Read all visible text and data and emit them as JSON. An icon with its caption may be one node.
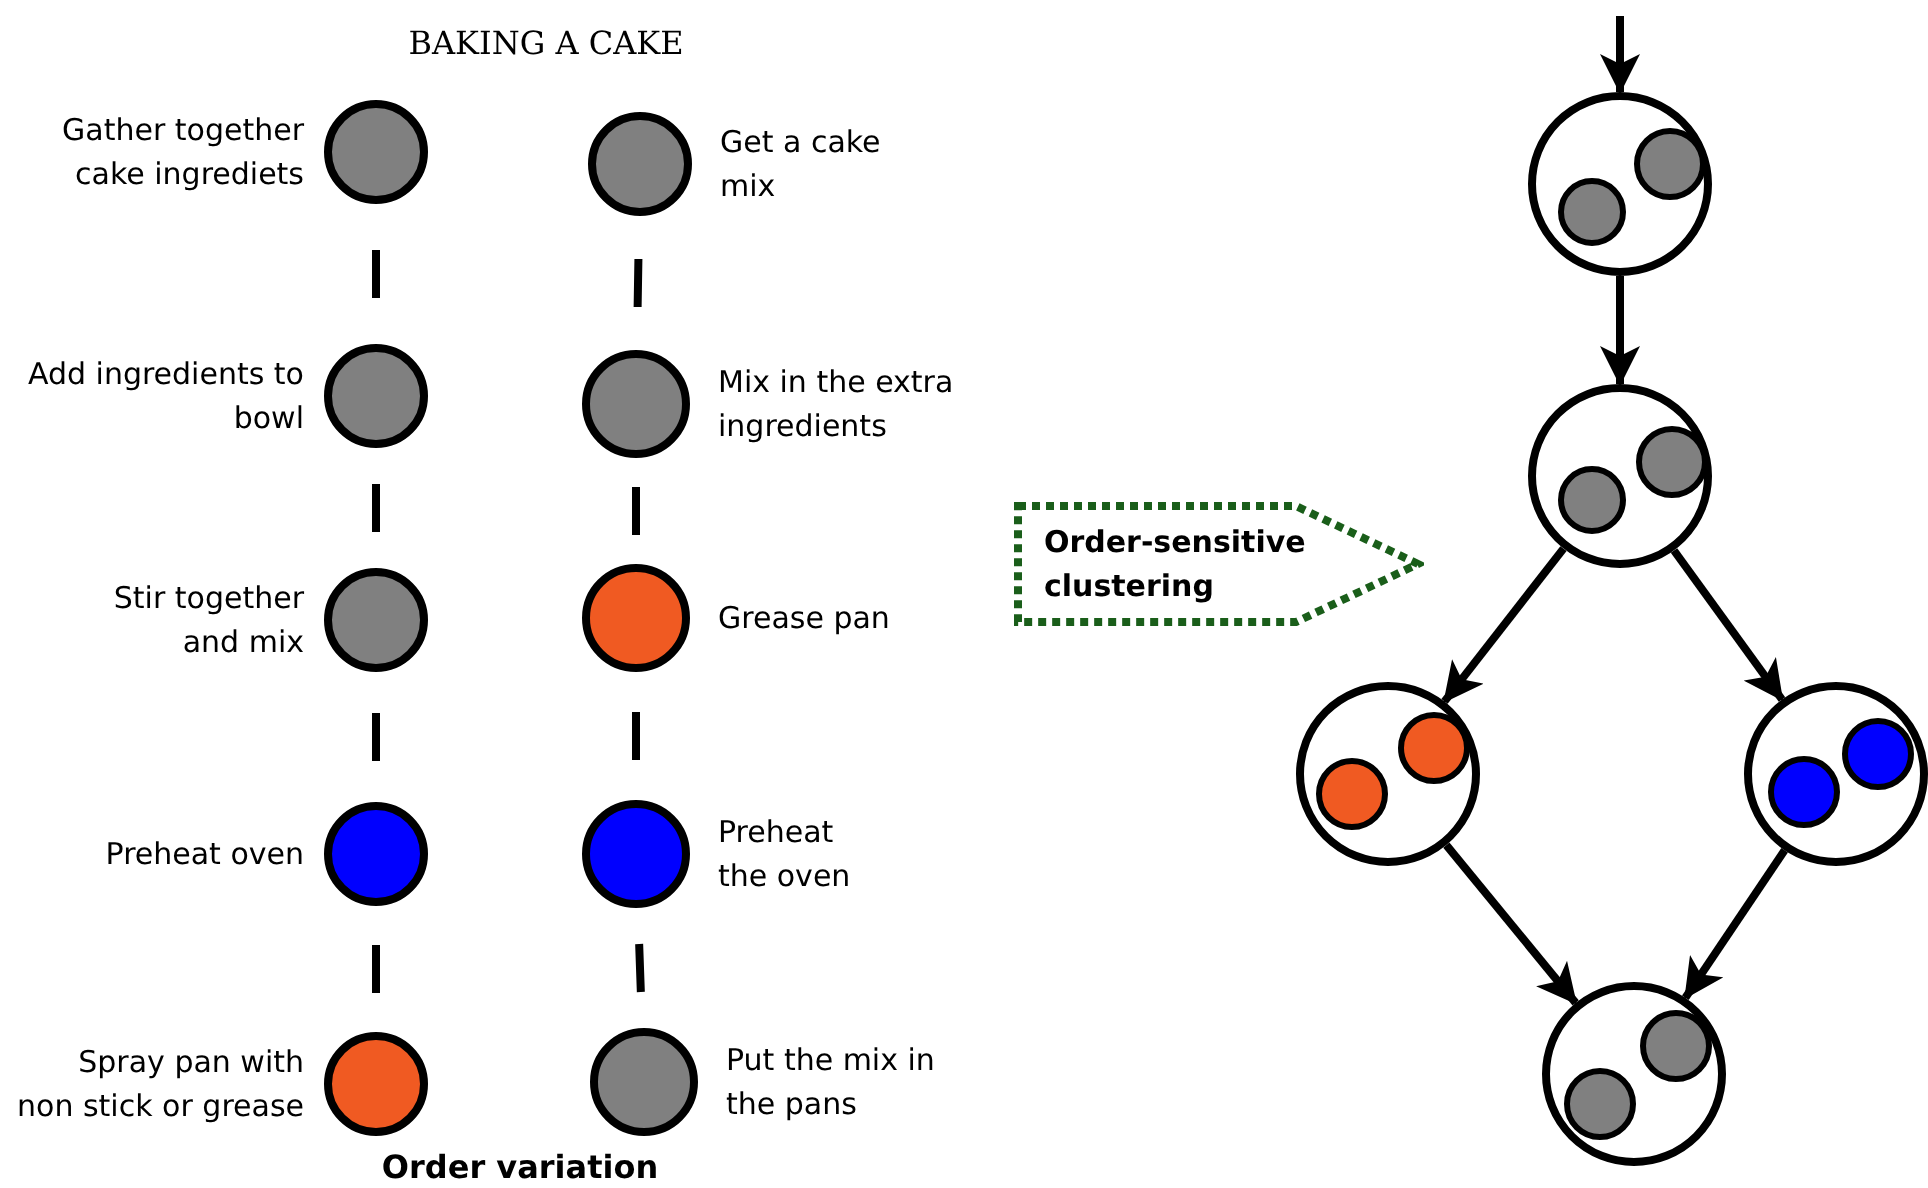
{
  "diagram": {
    "title": "BAKING A CAKE",
    "nodes": [
      {
        "text": [],
        "shape": "circle",
        "beside": [
          "Gather together cake ingrediets"
        ]
      },
      {
        "text": [],
        "shape": "circle",
        "beside": [
          "Add ingredients to bowl"
        ]
      },
      {
        "text": [],
        "shape": "circle",
        "beside": [
          "Stir together and mix"
        ]
      },
      {
        "text": [],
        "shape": "circle",
        "beside": [
          "Preheat oven"
        ]
      },
      {
        "text": [],
        "shape": "circle",
        "beside": [
          "Spray pan with non stick or grease"
        ]
      },
      {
        "text": [],
        "shape": "circle",
        "beside": [
          "Get a cake mix"
        ]
      },
      {
        "text": [],
        "shape": "circle",
        "beside": [
          "Mix in the extra ingredients"
        ]
      },
      {
        "text": [],
        "shape": "circle",
        "beside": [
          "Grease pan"
        ]
      },
      {
        "text": [],
        "shape": "circle",
        "beside": [
          "Preheat the oven"
        ]
      },
      {
        "text": [],
        "shape": "circle",
        "beside": [
          "Put the mix in the pans"
        ]
      },
      {
        "text": [
          "Order-sensitive clustering"
        ]
      },
      {
        "text": [],
        "shape": "circle"
      },
      {
        "text": [],
        "shape": "circle",
        "in": 11
      },
      {
        "text": [],
        "shape": "circle",
        "in": 11
      },
      {
        "text": [],
        "shape": "circle"
      },
      {
        "text": [],
        "shape": "circle",
        "in": 14
      },
      {
        "text": [],
        "shape": "circle",
        "in": 14
      },
      {
        "text": [],
        "shape": "circle"
      },
      {
        "text": [],
        "shape": "circle",
        "in": 17
      },
      {
        "text": [],
        "shape": "circle",
        "in": 17
      },
      {
        "text": [],
        "shape": "circle"
      },
      {
        "text": [],
        "shape": "circle",
        "in": 20
      },
      {
        "text": [],
        "shape": "circle",
        "in": 20
      },
      {
        "text": [],
        "shape": "circle"
      },
      {
        "text": [],
        "shape": "circle",
        "in": 23
      },
      {
        "text": [],
        "shape": "circle",
        "in": 23
      }
    ],
    "edges": [
      {
        "from": 0,
        "to": 1,
        "arrow": "none",
        "style": "dashed"
      },
      {
        "from": 1,
        "to": 2,
        "arrow": "none",
        "style": "dashed"
      },
      {
        "from": 2,
        "to": 3,
        "arrow": "none",
        "style": "dashed"
      },
      {
        "from": 3,
        "to": 4,
        "arrow": "none",
        "style": "dashed"
      },
      {
        "from": 5,
        "to": 6,
        "arrow": "none",
        "style": "dashed"
      },
      {
        "from": 6,
        "to": 7,
        "arrow": "none",
        "style": "dashed"
      },
      {
        "from": 7,
        "to": 8,
        "arrow": "none",
        "style": "dashed"
      },
      {
        "from": 8,
        "to": 9,
        "arrow": "none",
        "style": "dashed"
      },
      {
        "from": null,
        "to": 11,
        "arrow": "to"
      },
      {
        "from": 11,
        "to": 14,
        "arrow": "to"
      },
      {
        "from": 14,
        "to": 17,
        "arrow": "to"
      },
      {
        "from": 14,
        "to": 20,
        "arrow": "to"
      },
      {
        "from": 17,
        "to": 23,
        "arrow": "to"
      },
      {
        "from": 20,
        "to": 23,
        "arrow": "to"
      }
    ],
    "labels": [
      "Order variation"
    ]
  }
}
